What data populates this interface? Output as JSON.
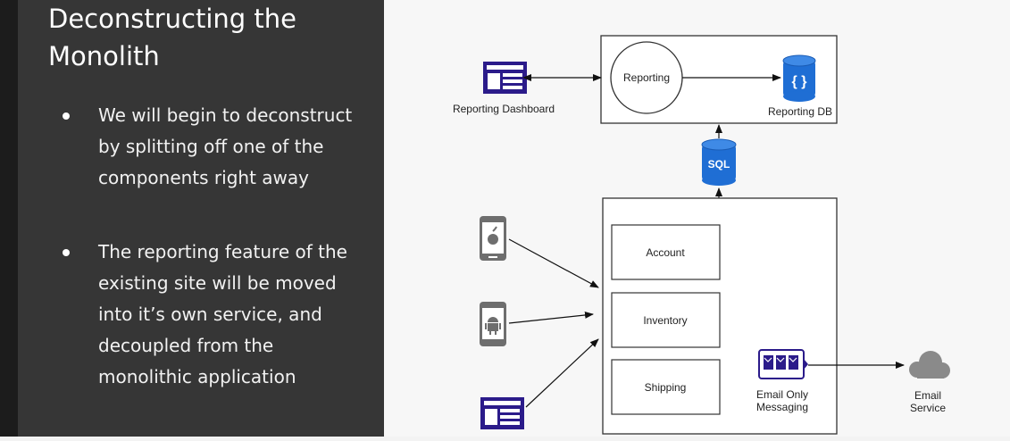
{
  "slide": {
    "title_line1": "Deconstructing the",
    "title_line2": "Monolith",
    "bullets": [
      "We will begin to deconstruct by splitting off one of the components right away",
      "The reporting feature of the existing site will be moved into it’s own service, and decoupled from the monolithic application"
    ]
  },
  "diagram": {
    "reporting_label": "Reporting",
    "reporting_db_label": "Reporting DB",
    "reporting_dashboard_label": "Reporting Dashboard",
    "sql_label": "SQL",
    "account_label": "Account",
    "inventory_label": "Inventory",
    "shipping_label": "Shipping",
    "email_messaging_line1": "Email Only",
    "email_messaging_line2": "Messaging",
    "email_service_line1": "Email",
    "email_service_line2": "Service",
    "db_glyph": "{ }",
    "colors": {
      "icon_purple": "#2b1b8a",
      "db_blue": "#1f6ed4",
      "cloud_gray": "#8a8a8a"
    },
    "icons": [
      "browser-window-icon",
      "database-icon",
      "sql-database-icon",
      "apple-phone-icon",
      "android-phone-icon",
      "message-queue-icon",
      "cloud-icon"
    ]
  }
}
